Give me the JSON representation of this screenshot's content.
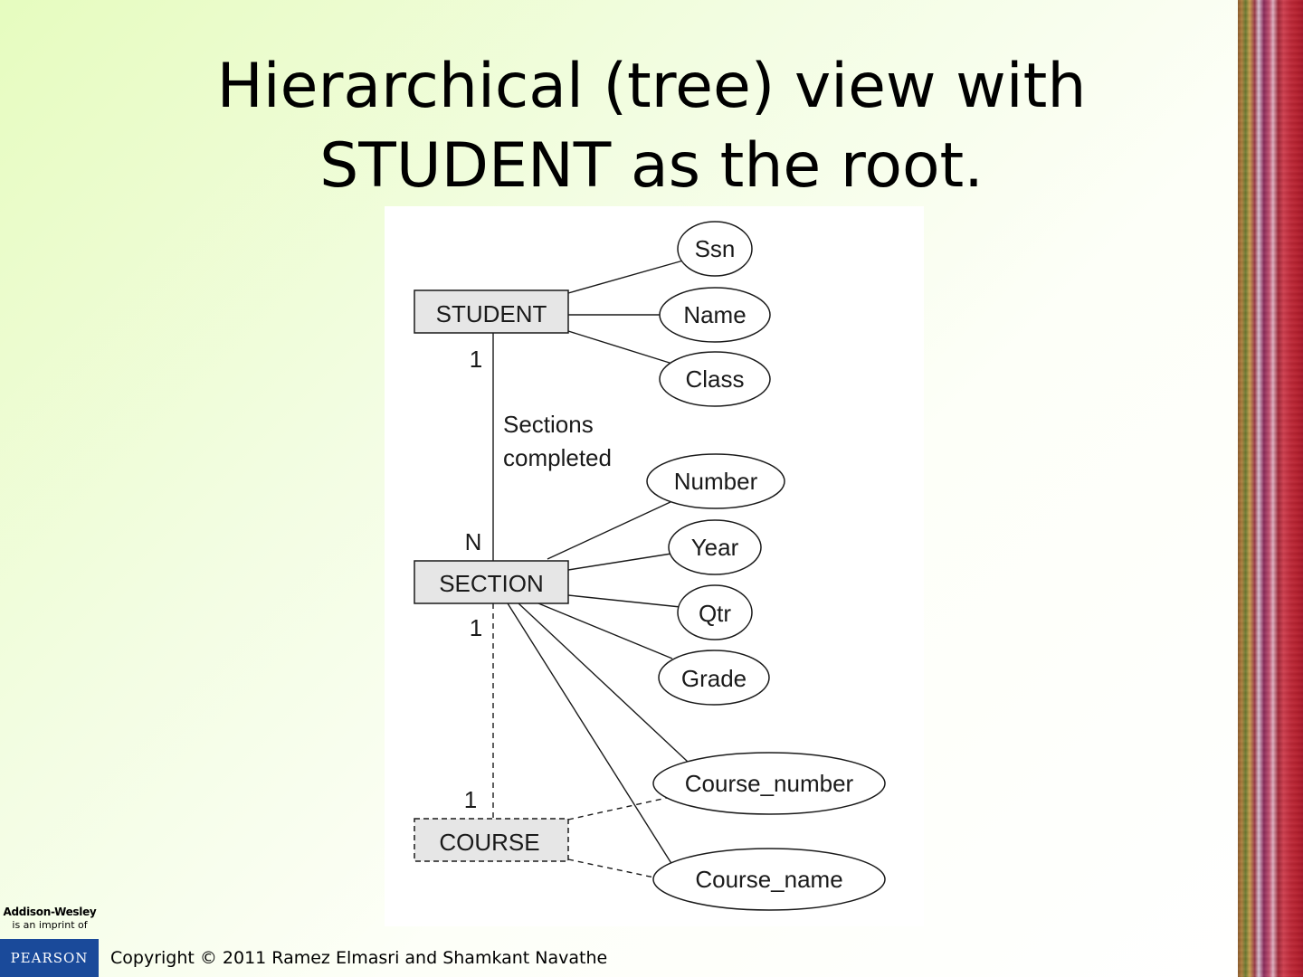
{
  "slide": {
    "title_line1": "Hierarchical (tree) view with",
    "title_line2": "STUDENT as the root.",
    "copyright": "Copyright © 2011 Ramez Elmasri and Shamkant Navathe"
  },
  "brand": {
    "publisher": "Addison-Wesley",
    "imprint_note": "is an imprint of",
    "parent": "PEARSON"
  },
  "diagram": {
    "entities": {
      "student": "STUDENT",
      "section": "SECTION",
      "course": "COURSE"
    },
    "attributes": {
      "ssn": "Ssn",
      "name": "Name",
      "class": "Class",
      "number": "Number",
      "year": "Year",
      "qtr": "Qtr",
      "grade": "Grade",
      "course_number": "Course_number",
      "course_name": "Course_name"
    },
    "relationship": {
      "line1": "Sections",
      "line2": "completed"
    },
    "cardinalities": {
      "student_side": "1",
      "section_side": "N",
      "section_to_course": "1",
      "course_side": "1"
    }
  },
  "colors": {
    "entity_fill": "#e6e6e6",
    "stroke": "#1a1a1a",
    "pearson_blue": "#1a4a9a"
  }
}
